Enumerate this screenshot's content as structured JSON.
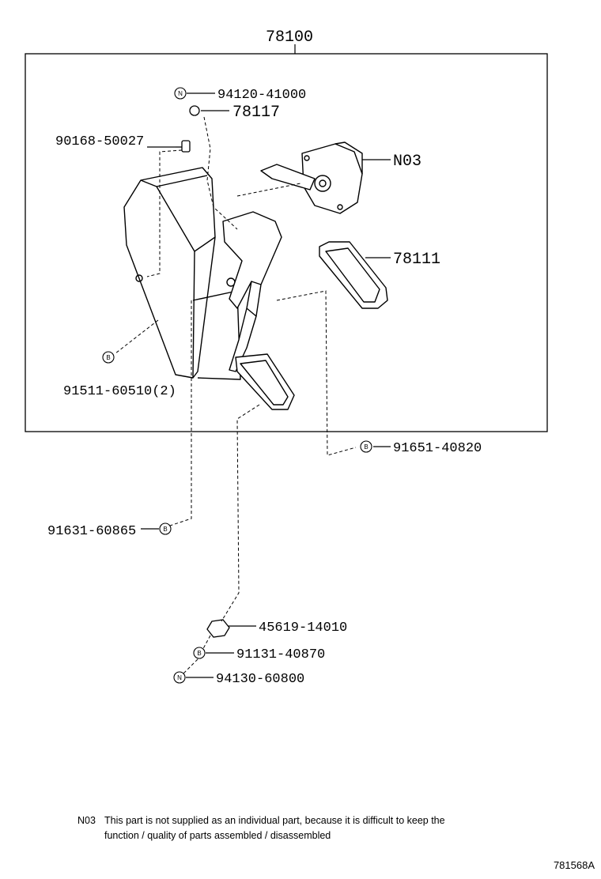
{
  "assembly_part": "78100",
  "parts": {
    "p94120": "94120-41000",
    "p78117": "78117",
    "p90168": "90168-50027",
    "pN03": "N03",
    "p78111": "78111",
    "p91511": "91511-60510(2)",
    "p91651": "91651-40820",
    "p91631": "91631-60865",
    "p45619": "45619-14010",
    "p91131": "91131-40870",
    "p94130": "94130-60800"
  },
  "markers": {
    "n": "N",
    "b": "B"
  },
  "note": {
    "code": "N03",
    "line1": "This part is not supplied as an individual part, because it is difficult to keep the",
    "line2": "function / quality of parts assembled / disassembled"
  },
  "illustration_code": "781568A",
  "colors": {
    "line": "#000000",
    "background": "#ffffff"
  }
}
